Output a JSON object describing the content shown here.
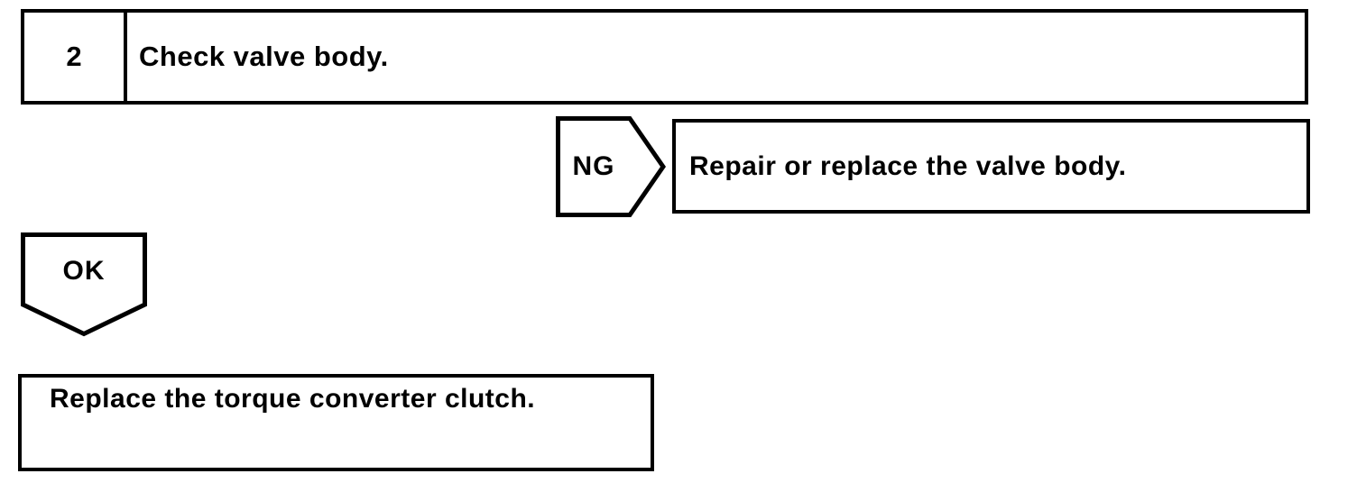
{
  "page": {
    "background_color": "#ffffff",
    "line_color": "#000000"
  },
  "step": {
    "number": "2",
    "instruction": "Check valve body."
  },
  "ng_branch": {
    "label": "NG",
    "action": "Repair or replace the valve body."
  },
  "ok_branch": {
    "label": "OK",
    "action": "Replace the torque converter clutch."
  }
}
